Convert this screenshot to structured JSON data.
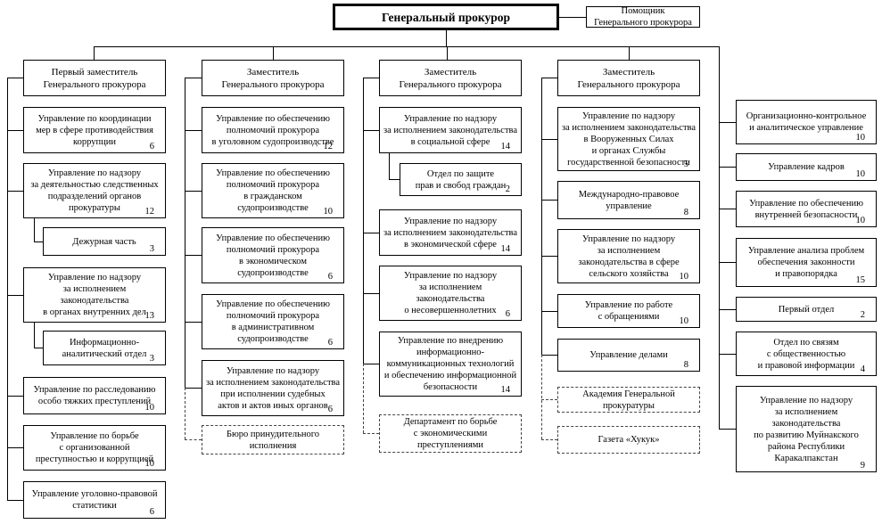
{
  "root_title": "Генеральный прокурор",
  "assistant_title": "Помощник\nГенерального прокурора",
  "colors": {
    "line": "#000000",
    "dashed_line": "#444444",
    "box_border": "#000000",
    "background": "#ffffff"
  },
  "columns": [
    {
      "header": "Первый заместитель\nГенерального прокурора",
      "boxes": [
        {
          "title": "Управление по координации\nмер в сфере противодействия\nкоррупции",
          "count": "6"
        },
        {
          "title": "Управление по надзору\nза деятельностью следственных\nподразделений органов\nпрокуратуры",
          "count": "12"
        },
        {
          "title": "Дежурная часть",
          "count": "3"
        },
        {
          "title": "Управление по надзору\nза исполнением\nзаконодательства\nв органах внутренних дел",
          "count": "13"
        },
        {
          "title": "Информационно-\nаналитический отдел",
          "count": "3"
        },
        {
          "title": "Управление по расследованию\nособо тяжких преступлений",
          "count": "10"
        },
        {
          "title": "Управление по борьбе\nс организованной\nпреступностью и коррупцией",
          "count": "10"
        },
        {
          "title": "Управление уголовно-правовой\nстатистики",
          "count": "6"
        }
      ]
    },
    {
      "header": "Заместитель\nГенерального прокурора",
      "boxes": [
        {
          "title": "Управление по обеспечению\nполномочий прокурора\nв уголовном судопроизводстве",
          "count": "12"
        },
        {
          "title": "Управление по обеспечению\nполномочий прокурора\nв гражданском\nсудопроизводстве",
          "count": "10"
        },
        {
          "title": "Управление по обеспечению\nполномочий прокурора\nв экономическом\nсудопроизводстве",
          "count": "6"
        },
        {
          "title": "Управление по обеспечению\nполномочий прокурора\nв административном\nсудопроизводстве",
          "count": "6"
        },
        {
          "title": "Управление по надзору\nза исполнением законодательства\nпри исполнении судебных\nактов и актов иных органов",
          "count": "6"
        },
        {
          "title": "Бюро принудительного\nисполнения"
        }
      ]
    },
    {
      "header": "Заместитель\nГенерального прокурора",
      "boxes": [
        {
          "title": "Управление по надзору\nза исполнением законодательства\nв социальной сфере",
          "count": "14"
        },
        {
          "title": "Отдел по защите\nправ и свобод граждан",
          "count": "2"
        },
        {
          "title": "Управление по надзору\nза исполнением законодательства\nв экономической сфере",
          "count": "14"
        },
        {
          "title": "Управление по надзору\nза исполнением\nзаконодательства\nо несовершеннолетних",
          "count": "6"
        },
        {
          "title": "Управление по внедрению\nинформационно-\nкоммуникационных технологий\nи обеспечению информационной\nбезопасности",
          "count": "14"
        },
        {
          "title": "Департамент по борьбе\nс экономическими\nпреступлениями"
        }
      ]
    },
    {
      "header": "Заместитель\nГенерального прокурора",
      "boxes": [
        {
          "title": "Управление по надзору\nза исполнением законодательства\nв Вооруженных Силах\nи органах Службы\nгосударственной безопасности",
          "count": "5"
        },
        {
          "title": "Международно-правовое\nуправление",
          "count": "8"
        },
        {
          "title": "Управление по надзору\nза исполнением\nзаконодательства в сфере\nсельского хозяйства",
          "count": "10"
        },
        {
          "title": "Управление по работе\nс обращениями",
          "count": "10"
        },
        {
          "title": "Управление делами",
          "count": "8"
        },
        {
          "title": "Академия Генеральной\nпрокуратуры"
        },
        {
          "title": "Газета «Хукук»"
        }
      ]
    },
    {
      "boxes": [
        {
          "title": "Организационно-контрольное\nи аналитическое управление",
          "count": "10"
        },
        {
          "title": "Управление кадров",
          "count": "10"
        },
        {
          "title": "Управление по обеспечению\nвнутренней безопасности",
          "count": "10"
        },
        {
          "title": "Управление анализа проблем\nобеспечения законности\nи правопорядка",
          "count": "15"
        },
        {
          "title": "Первый отдел",
          "count": "2"
        },
        {
          "title": "Отдел по связям\nс общественностью\nи правовой информации",
          "count": "4"
        },
        {
          "title": "Управление по надзору\nза исполнением\nзаконодательства\nпо развитию Муйнакского\nрайона Республики\nКаракалпакстан",
          "count": "9"
        }
      ]
    }
  ]
}
